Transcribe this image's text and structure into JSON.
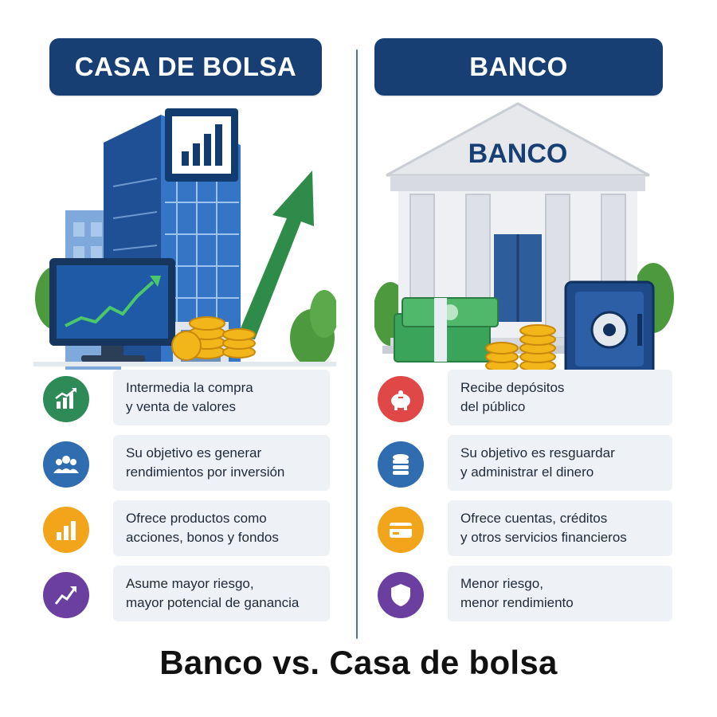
{
  "left": {
    "header": "CASA DE BOLSA",
    "features": [
      {
        "line1": "Intermedia la compra",
        "line2": "y venta de valores",
        "icon": "bar-chart-growth-icon",
        "color": "#2e8b57"
      },
      {
        "line1": "Su objetivo es generar",
        "line2": "rendimientos por inversión",
        "icon": "people-group-icon",
        "color": "#2f6db0"
      },
      {
        "line1": "Ofrece productos como",
        "line2": "acciones, bonos y fondos",
        "icon": "bar-chart-icon",
        "color": "#f2a41b"
      },
      {
        "line1": "Asume mayor riesgo,",
        "line2": "mayor potencial de ganancia",
        "icon": "trend-line-icon",
        "color": "#6b3fa0"
      }
    ]
  },
  "right": {
    "header": "BANCO",
    "building_sign": "BANCO",
    "features": [
      {
        "line1": "Recibe depósitos",
        "line2": "del público",
        "icon": "piggy-bank-icon",
        "color": "#e04848"
      },
      {
        "line1": "Su objetivo es resguardar",
        "line2": "y administrar el dinero",
        "icon": "coin-stack-icon",
        "color": "#2f6db0"
      },
      {
        "line1": "Ofrece cuentas, créditos",
        "line2": "y otros servicios financieros",
        "icon": "credit-card-icon",
        "color": "#f2a41b"
      },
      {
        "line1": "Menor riesgo,",
        "line2": "menor rendimiento",
        "icon": "shield-icon",
        "color": "#6b3fa0"
      }
    ]
  },
  "footer": {
    "title": "Banco vs. Casa de bolsa"
  },
  "colors": {
    "header_bg": "#173f73",
    "card_bg": "#eef1f6",
    "divider": "#4a77a8"
  }
}
